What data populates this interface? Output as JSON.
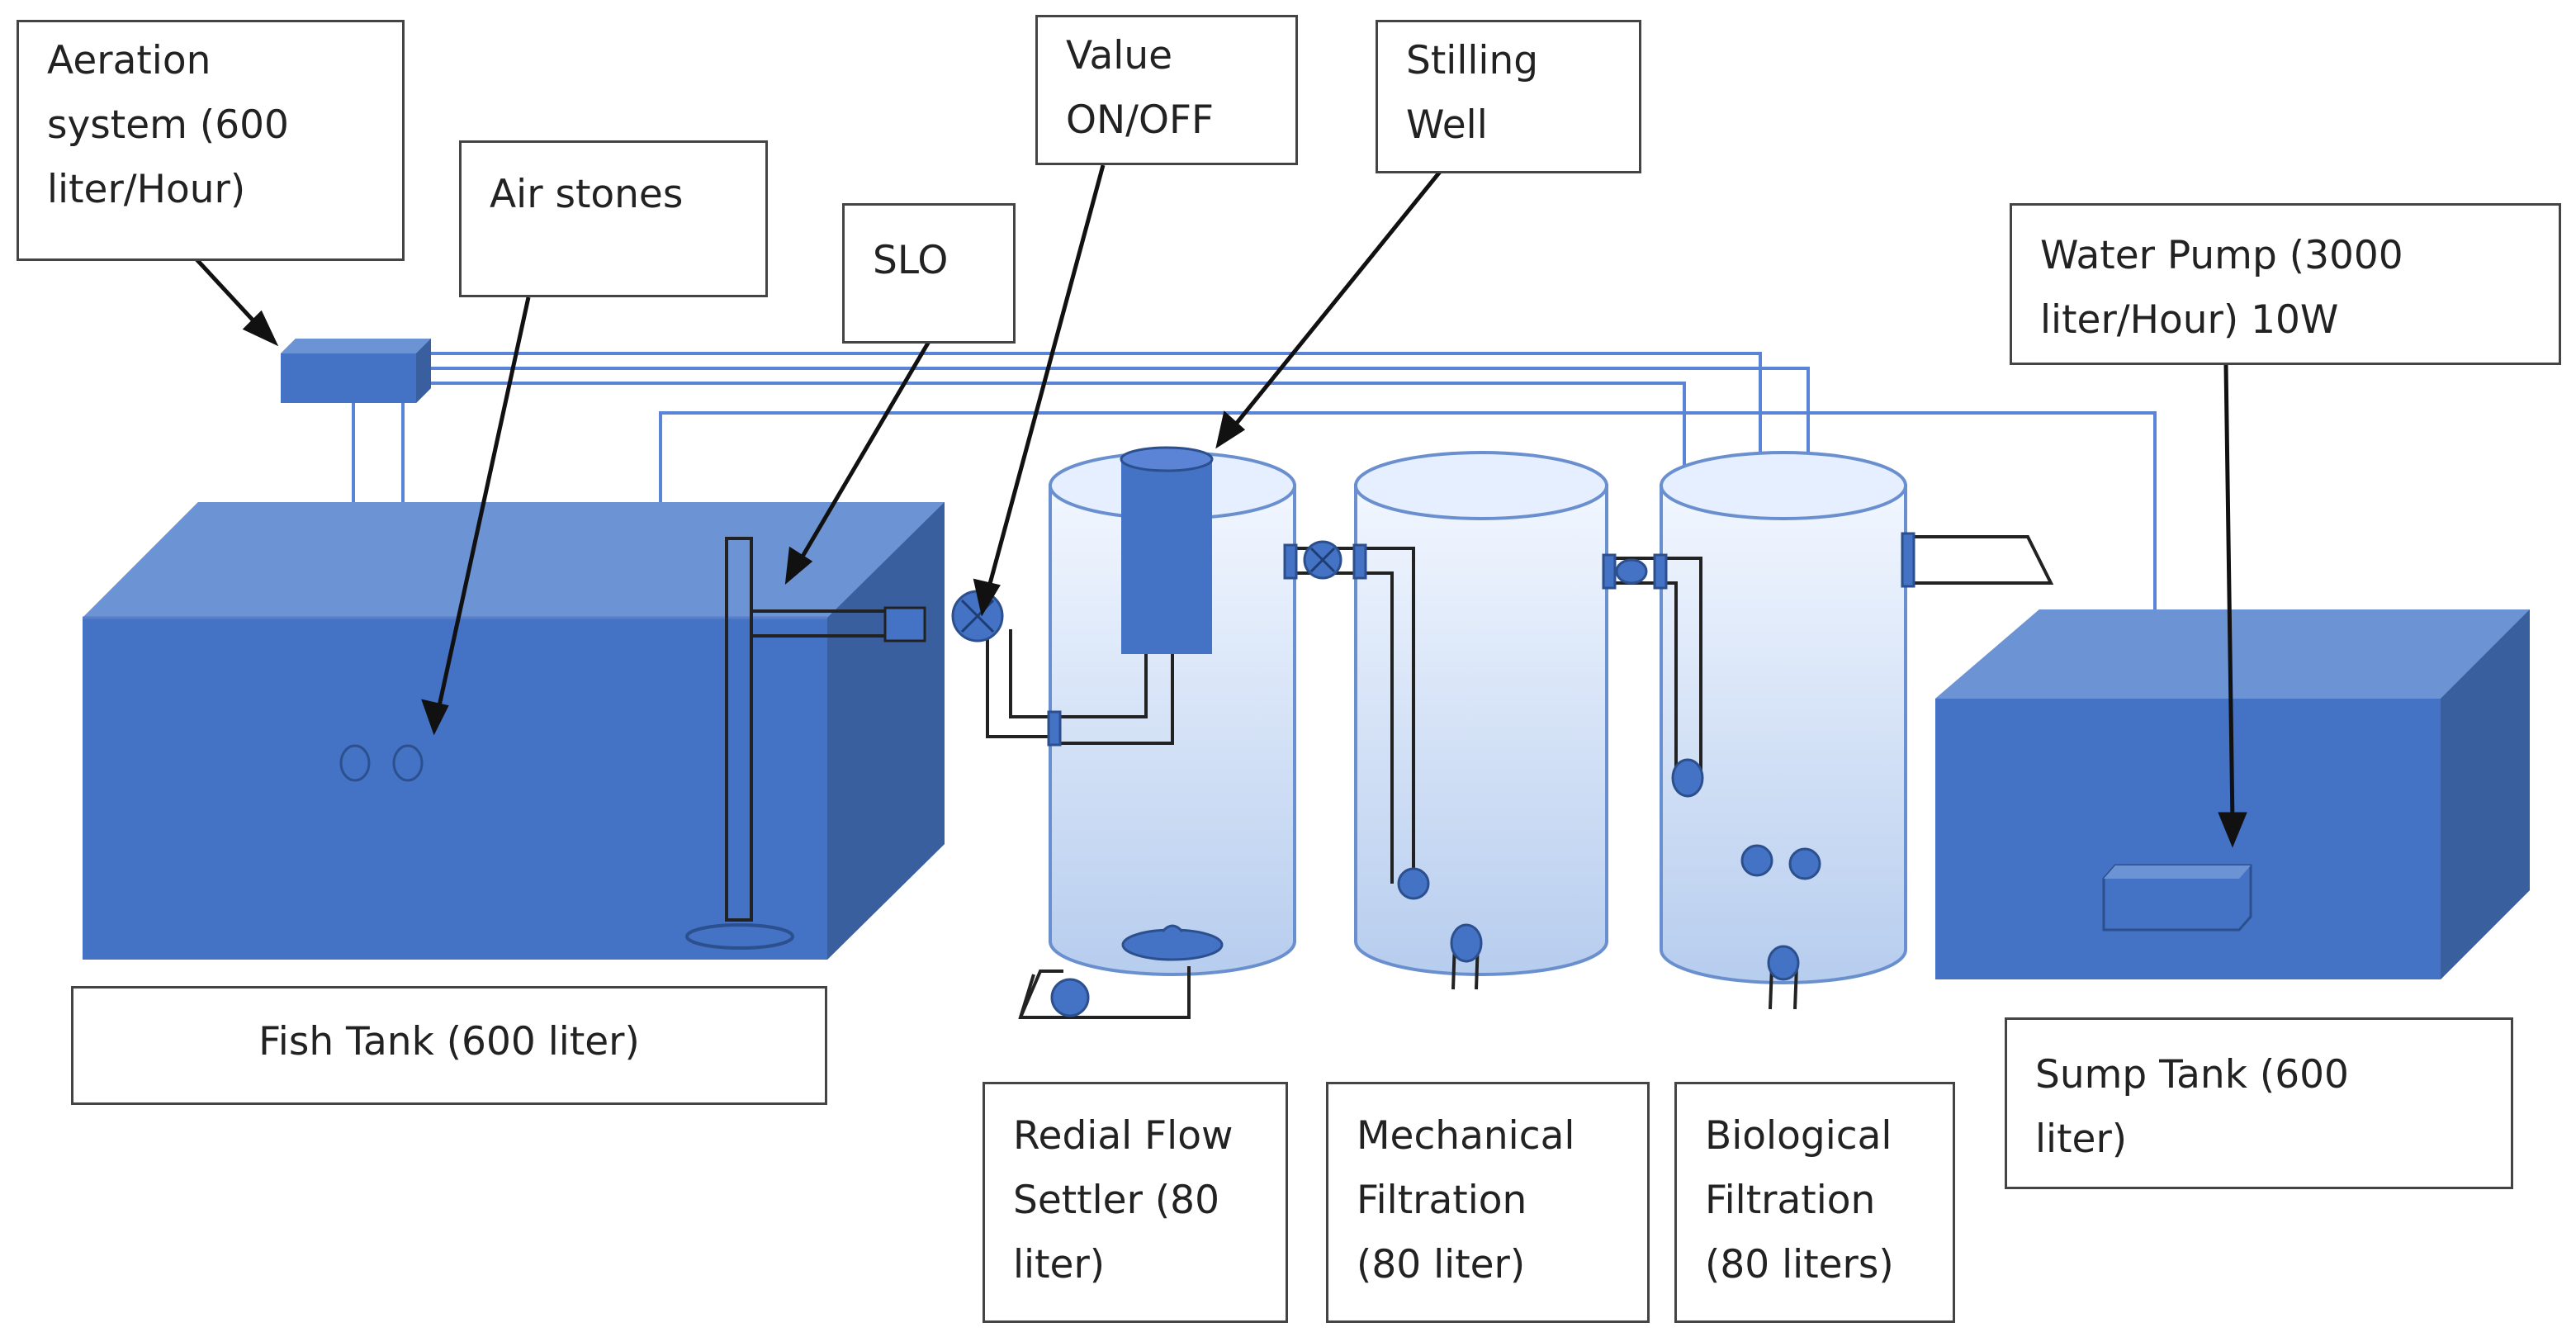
{
  "labels": {
    "aeration": "Aeration\nsystem (600\nliter/Hour)",
    "air_stones": "Air stones",
    "slo": "SLO",
    "valve": "Value\nON/OFF",
    "stilling_well": "Stilling\nWell",
    "water_pump": "Water Pump (3000\nliter/Hour) 10W",
    "fish_tank": "Fish Tank (600 liter)",
    "radial_flow_settler": "Redial Flow\nSettler (80\nliter)",
    "mechanical_filtration": "Mechanical\nFiltration\n(80 liter)",
    "biological_filtration": "Biological\nFiltration\n(80 liters)",
    "sump_tank": "Sump Tank (600\nliter)"
  },
  "colors": {
    "tank_front": "#4472c4",
    "tank_top": "#6c93d4",
    "tank_side": "#3a5f9f",
    "cylinder_fill": "#cdddf4",
    "air_line": "#5b84d6",
    "pipe": "#222222",
    "label_border": "#444444"
  }
}
